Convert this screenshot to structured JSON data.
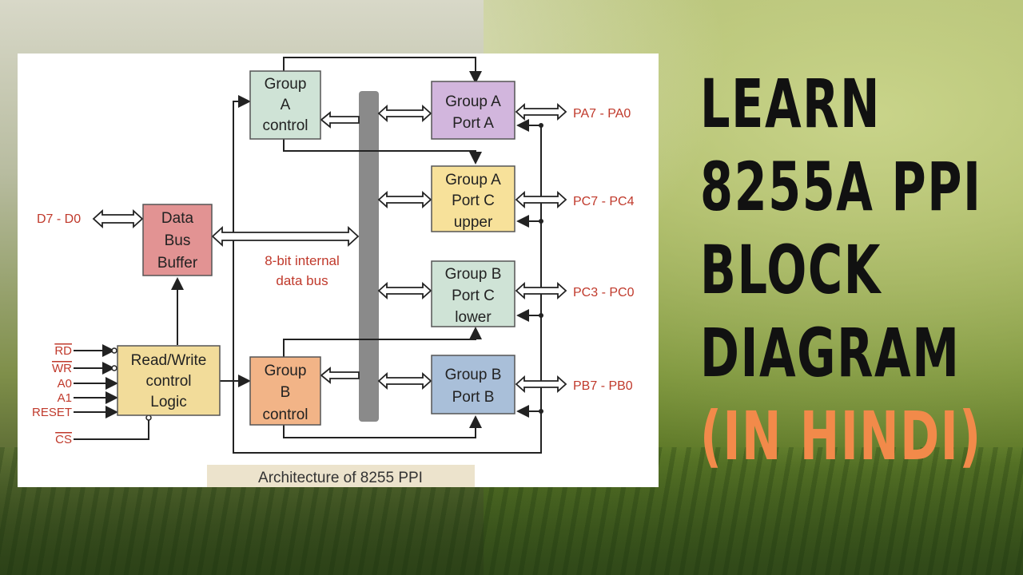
{
  "title": {
    "lines": [
      "LEARN",
      "8255A PPI",
      "BLOCK",
      "DIAGRAM"
    ],
    "accent_line": "(IN HINDI)",
    "color": "#111111",
    "accent_color": "#f28a4a"
  },
  "diagram": {
    "caption": "Architecture of 8255 PPI",
    "blocks": {
      "group_a_control": [
        "Group",
        "A",
        "control"
      ],
      "group_b_control": [
        "Group",
        "B",
        "control"
      ],
      "data_bus_buffer": [
        "Data",
        "Bus",
        "Buffer"
      ],
      "rw_logic": [
        "Read/Write",
        "control",
        "Logic"
      ],
      "port_a": [
        "Group A",
        "Port A"
      ],
      "port_c_upper": [
        "Group A",
        "Port C",
        "upper"
      ],
      "port_c_lower": [
        "Group B",
        "Port C",
        "lower"
      ],
      "port_b": [
        "Group B",
        "Port B"
      ]
    },
    "bus_label": [
      "8-bit internal",
      "data bus"
    ],
    "control_inputs": [
      "RD",
      "WR",
      "A0",
      "A1",
      "RESET",
      "CS"
    ],
    "port_pins": {
      "pa": "PA7 - PA0",
      "pc_upper": "PC7 - PC4",
      "pc_lower": "PC3 - PC0",
      "pb": "PB7 - PB0",
      "data": "D7 - D0"
    },
    "colors": {
      "group_control": "#cfe3d6",
      "group_b_control": "#f2b487",
      "data_bus_buffer": "#e29393",
      "rw_logic": "#f2dc9a",
      "port_a": "#d2b6dd",
      "port_c_upper": "#f7e19a",
      "port_c_lower": "#cfe3d6",
      "port_b": "#a9bfd9",
      "pin_text": "#c0392b",
      "bus": "#8a8a8a"
    }
  }
}
